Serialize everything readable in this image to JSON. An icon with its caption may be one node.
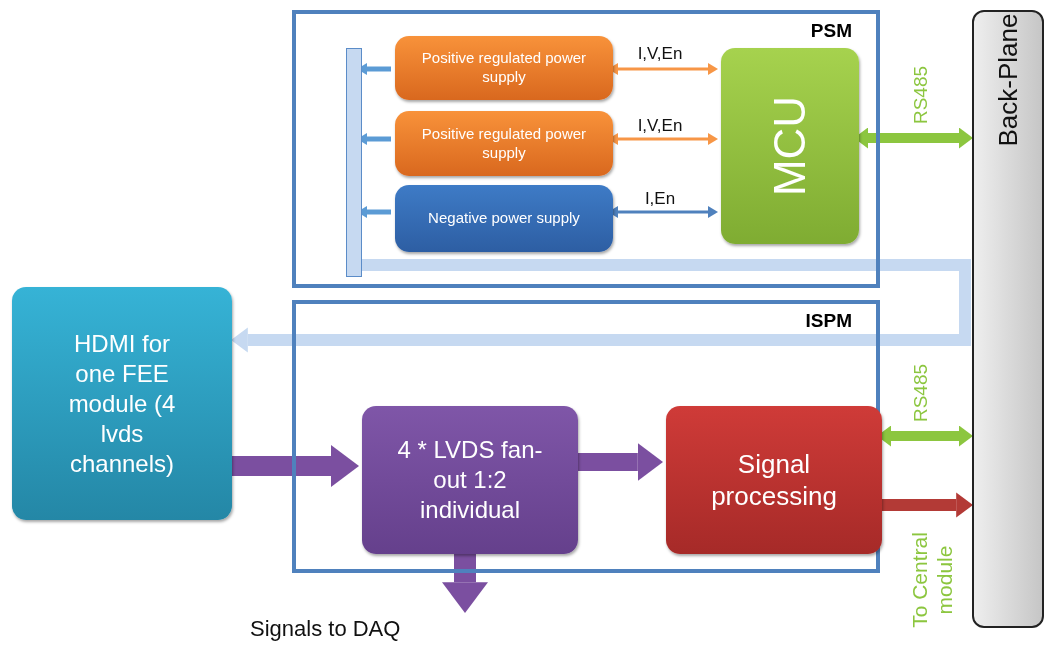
{
  "diagram": {
    "nodes": [
      {
        "text": [
          "PSM"
        ]
      },
      {
        "text": [
          "Positive regulated power supply"
        ],
        "in": 0
      },
      {
        "text": [
          "Positive regulated power supply"
        ],
        "in": 0
      },
      {
        "text": [
          "Negative power supply"
        ],
        "in": 0
      },
      {
        "text": [
          "MCU"
        ],
        "in": 0
      },
      {
        "text": [
          "Back-Plane"
        ]
      },
      {
        "text": [
          "ISPM"
        ]
      },
      {
        "text": [
          "HDMI for one FEE module (4 lvds channels)"
        ]
      },
      {
        "text": [
          "4 * LVDS fan-out 1:2 individual"
        ],
        "in": 6
      },
      {
        "text": [
          "Signal processing"
        ],
        "in": 6
      },
      {
        "text": [
          "Signals to DAQ"
        ]
      },
      {
        "text": [],
        "shape": "bar",
        "in": 0
      }
    ],
    "edges": [
      {
        "from": 1,
        "to": 4,
        "arrow": "both",
        "label": "I,V,En",
        "color": "#f79646"
      },
      {
        "from": 2,
        "to": 4,
        "arrow": "both",
        "label": "I,V,En",
        "color": "#f79646"
      },
      {
        "from": 3,
        "to": 4,
        "arrow": "both",
        "label": "I,En",
        "color": "#4f81bd"
      },
      {
        "from": 4,
        "to": 5,
        "arrow": "both",
        "label": "RS485",
        "color": "#8cc63f"
      },
      {
        "from": 9,
        "to": 5,
        "arrow": "both",
        "label": "RS485",
        "color": "#8cc63f"
      },
      {
        "from": 7,
        "to": 8,
        "arrow": "to",
        "style": "thick",
        "color": "#7b4fa0"
      },
      {
        "from": 8,
        "to": 9,
        "arrow": "to",
        "style": "thick",
        "color": "#7b4fa0"
      },
      {
        "from": 8,
        "to": 10,
        "arrow": "to",
        "style": "thick",
        "color": "#7b4fa0"
      },
      {
        "from": 9,
        "to": 5,
        "arrow": "to",
        "color": "#b33a36"
      },
      {
        "from": 1,
        "to": 11,
        "arrow": "to",
        "color": "#5b9bd5"
      },
      {
        "from": 2,
        "to": 11,
        "arrow": "to",
        "color": "#5b9bd5"
      },
      {
        "from": 3,
        "to": 11,
        "arrow": "to",
        "color": "#5b9bd5"
      },
      {
        "from": 11,
        "to": 7,
        "arrow": "to",
        "color": "#c6d9f1"
      }
    ],
    "labels": [
      "To Central module"
    ]
  }
}
